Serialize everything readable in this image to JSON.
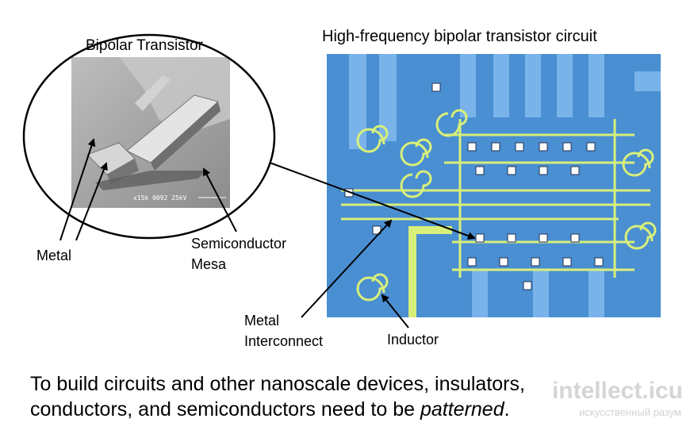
{
  "titles": {
    "bipolar": "Bipolar Transistor",
    "circuit": "High-frequency bipolar transistor circuit"
  },
  "labels": {
    "metal": "Metal",
    "semiconductor_mesa": "Semiconductor\nMesa",
    "metal_interconnect": "Metal\nInterconnect",
    "inductor": "Inductor"
  },
  "sem_caption": "x15k  0092  25kV",
  "caption": {
    "before": "To build circuits and other nanoscale devices, insulators, conductors, and semiconductors need to be ",
    "emphasis": "patterned",
    "after": "."
  },
  "watermark": {
    "text": "intellect.icu",
    "subtext": "искусственный разум"
  },
  "colors": {
    "chip_background": "#4a8fd2",
    "metal_traces": "#d8ef7a",
    "sem_gray": "#a9a9a9"
  }
}
